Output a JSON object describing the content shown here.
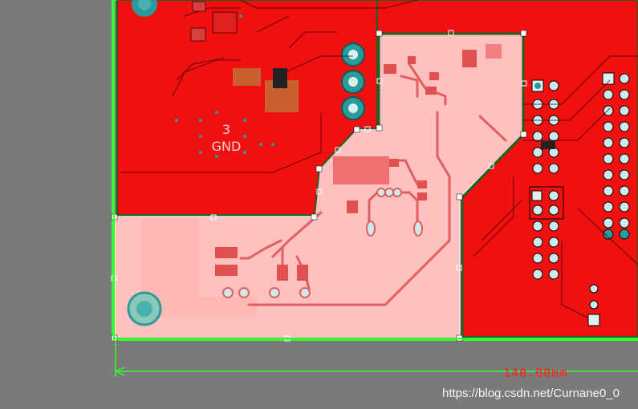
{
  "colors": {
    "background": "#7a7a7a",
    "copper": "#f01010",
    "keepout": "#ffc0c0",
    "board_outline": "#33ff33",
    "dark_outline": "#1a5a1a",
    "pad": "#2a9a9a"
  },
  "net_label": {
    "number": "3",
    "name": "GND"
  },
  "dimension": {
    "text": "140.00mm"
  },
  "watermark": {
    "text": "https://blog.csdn.net/Curnane0_0"
  }
}
